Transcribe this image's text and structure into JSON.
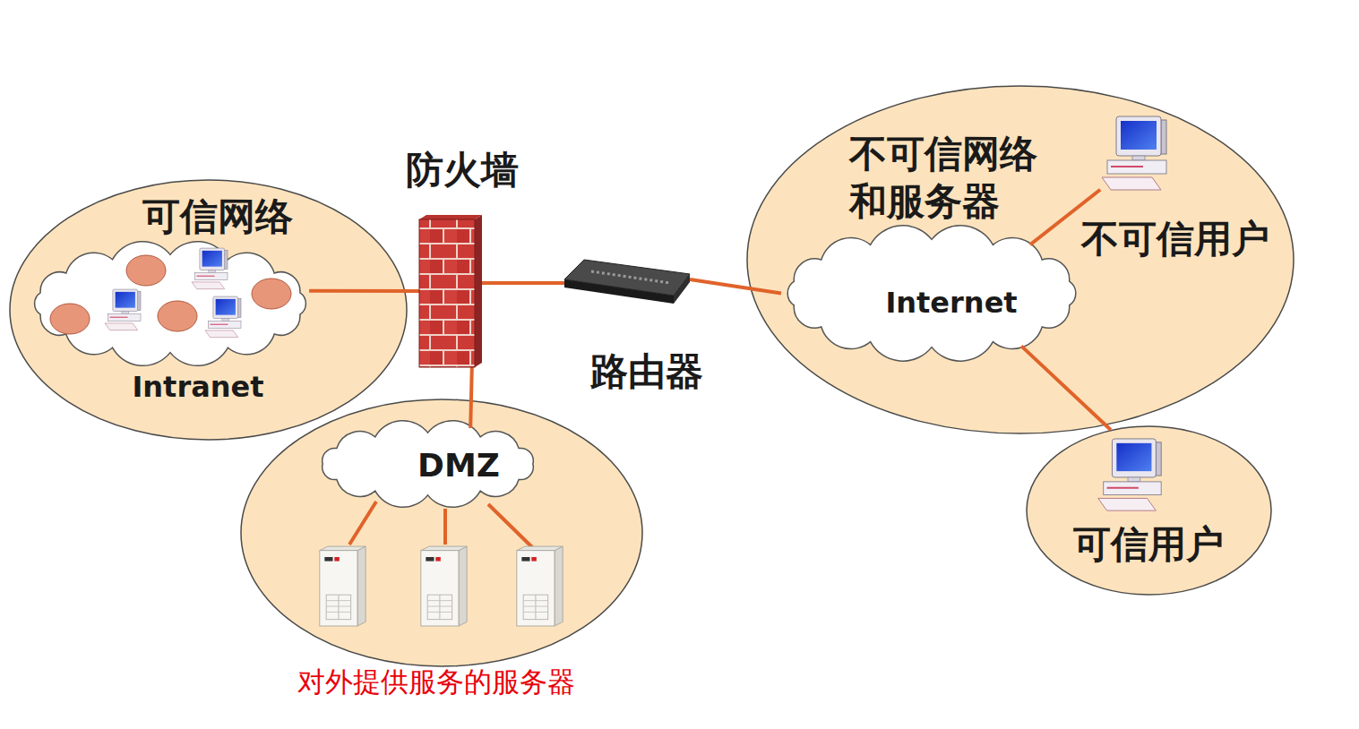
{
  "diagram": {
    "nodes": [
      {
        "text": [
          "可信网络"
        ]
      },
      {
        "text": [
          "Intranet"
        ],
        "in": 0
      },
      {
        "text": [
          "防火墙"
        ]
      },
      {
        "text": [
          "路由器"
        ]
      },
      {
        "text": [
          "不可信网络 和服务器"
        ]
      },
      {
        "text": [
          "Internet"
        ],
        "in": 4
      },
      {
        "text": [
          "不可信用户"
        ],
        "in": 4
      },
      {
        "text": [
          "可信用户"
        ]
      },
      {
        "text": [
          "对外提供服务的服务器"
        ]
      },
      {
        "text": [
          "DMZ"
        ],
        "in": 8
      }
    ],
    "edges": [
      {
        "from": 1,
        "to": 2,
        "arrow": "none"
      },
      {
        "from": 2,
        "to": 3,
        "arrow": "none"
      },
      {
        "from": 3,
        "to": 5,
        "arrow": "none"
      },
      {
        "from": 2,
        "to": 9,
        "arrow": "none"
      },
      {
        "from": 5,
        "to": 6,
        "arrow": "none"
      },
      {
        "from": 5,
        "to": 7,
        "arrow": "none"
      }
    ]
  }
}
